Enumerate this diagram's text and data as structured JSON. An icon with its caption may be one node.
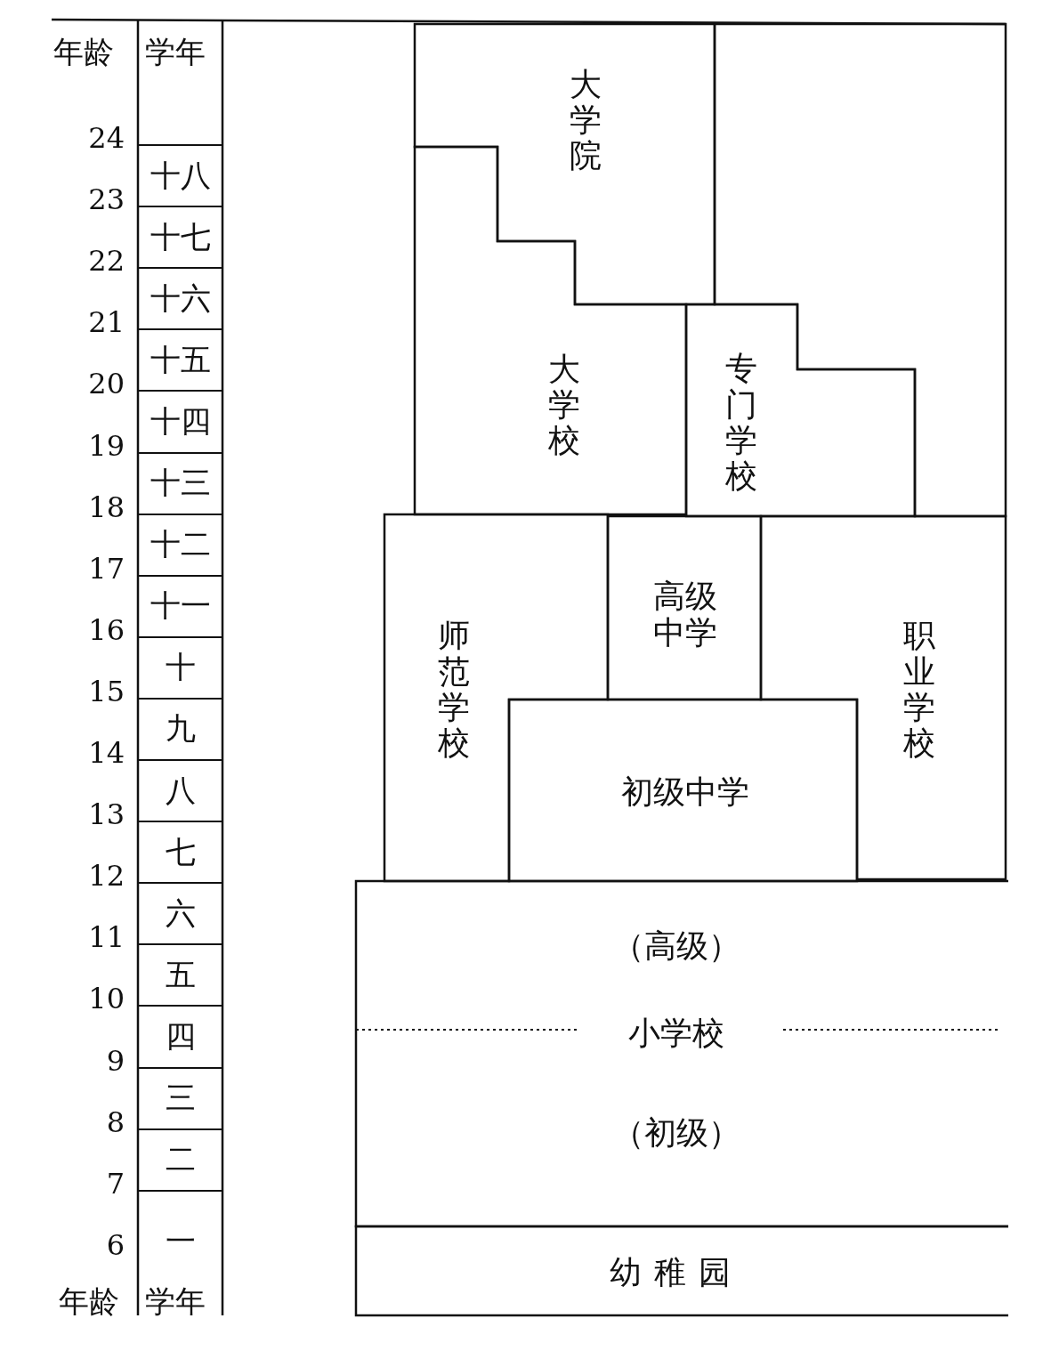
{
  "diagram": {
    "nodes": [
      {
        "text": [
          "大学院"
        ]
      },
      {
        "text": [],
        "shape": "box"
      },
      {
        "text": [
          "大学校"
        ]
      },
      {
        "text": [
          "专门学校"
        ]
      },
      {
        "text": [
          "师范学校"
        ]
      },
      {
        "text": [
          "高级中学"
        ]
      },
      {
        "text": [
          "职业学校"
        ]
      },
      {
        "text": [
          "初级中学"
        ]
      },
      {
        "text": [
          "（高级）",
          "小学校",
          "（初级）"
        ]
      },
      {
        "text": [
          "幼稚园"
        ]
      }
    ],
    "edges": [],
    "labels": [
      "年龄",
      "学年",
      "24",
      "23",
      "22",
      "21",
      "20",
      "19",
      "18",
      "17",
      "16",
      "15",
      "14",
      "13",
      "12",
      "11",
      "10",
      "9",
      "8",
      "7",
      "6",
      "十八",
      "十七",
      "十六",
      "十五",
      "十四",
      "十三",
      "十二",
      "十一",
      "十",
      "九",
      "八",
      "七",
      "六",
      "五",
      "四",
      "三",
      "二",
      "一",
      "年龄",
      "学年"
    ]
  }
}
